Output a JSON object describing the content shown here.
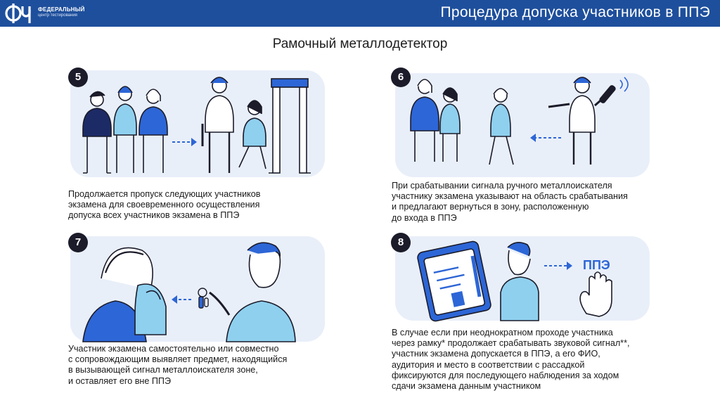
{
  "header": {
    "logo_line1": "ФЕДЕРАЛЬНЫЙ",
    "logo_line2": "центр тестирования",
    "page_title": "Процедура допуска участников в ППЭ"
  },
  "subtitle": "Рамочный металлодетектор",
  "steps": [
    {
      "number": "5",
      "caption": "Продолжается пропуск следующих участников\nэкзамена для своевременного осуществления\nдопуска всех участников экзамена в ППЭ"
    },
    {
      "number": "6",
      "caption": "При срабатывании сигнала ручного металлоискателя\nучастнику экзамена указывают на область срабатывания\nи предлагают вернуться в зону, расположенную\nдо входа в ППЭ"
    },
    {
      "number": "7",
      "caption": "Участник экзамена самостоятельно или совместно\nс сопровождающим выявляет предмет, находящийся\nв вызывающей сигнал металлоискателя зоне,\nи оставляет его вне ППЭ"
    },
    {
      "number": "8",
      "caption": "В случае если при неоднократном проходе участника\nчерез рамку* продолжает срабатывать звуковой сигнал**,\nучастник экзамена допускается в ППЭ, а его ФИО,\nаудитория и место в соответствии с рассадкой\nфиксируются для последующего наблюдения за ходом\nсдачи экзамена данным участником",
      "illustration_label": "ППЭ"
    }
  ],
  "colors": {
    "header_bg": "#1e4f9c",
    "accent_blue": "#2d66d6",
    "light_blue": "#8fd0ef",
    "panel_bg": "#e9eff9",
    "outline": "#1b1b2a"
  }
}
